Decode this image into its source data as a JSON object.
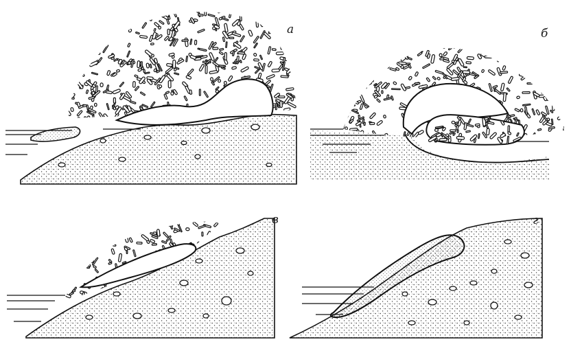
{
  "figure": {
    "panels": [
      {
        "id": "a",
        "label": "а"
      },
      {
        "id": "b",
        "label": "б"
      },
      {
        "id": "v",
        "label": "в"
      },
      {
        "id": "g",
        "label": "г"
      }
    ]
  },
  "colors": {
    "ink": "#111111",
    "paper": "#ffffff",
    "stipple": "#333333"
  }
}
